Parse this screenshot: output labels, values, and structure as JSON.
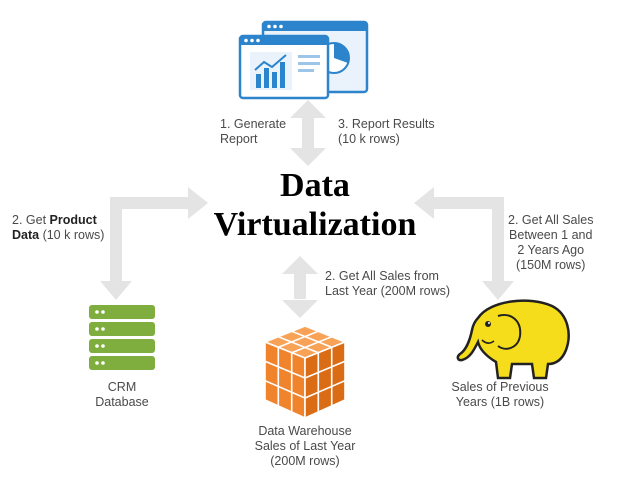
{
  "title": {
    "line1": "Data",
    "line2": "Virtualization"
  },
  "colors": {
    "arrow": "#e4e4e4",
    "report_blue": "#2b84cc",
    "report_light": "#eaf3fb",
    "crm_green": "#7fae3f",
    "warehouse_orange": "#f0842c",
    "hadoop_yellow": "#f5dd1b"
  },
  "icons": {
    "report": "report-dashboard-icon",
    "crm": "database-server-icon",
    "warehouse": "data-cube-icon",
    "hadoop": "hadoop-elephant-icon"
  },
  "labels": {
    "generate": {
      "line1": "1. Generate",
      "line2": "Report"
    },
    "results": {
      "line1": "3. Report Results",
      "line2": "(10 k rows)"
    },
    "product": {
      "prefix": "2. Get ",
      "bold1": "Product",
      "bold2": "Data",
      "suffix": " (10 k rows)"
    },
    "sales_last": {
      "line1": "2. Get All Sales from",
      "line2": "Last Year (200M rows)"
    },
    "sales_between": {
      "line1": "2. Get All Sales",
      "line2": "Between 1 and",
      "line3": "2 Years Ago",
      "line4": "(150M rows)"
    }
  },
  "nodes": {
    "crm": {
      "line1": "CRM",
      "line2": "Database"
    },
    "warehouse": {
      "line1": "Data Warehouse",
      "line2": "Sales of Last Year",
      "line3": "(200M rows)"
    },
    "hadoop": {
      "line1": "Sales of Previous",
      "line2": "Years (1B rows)"
    }
  }
}
